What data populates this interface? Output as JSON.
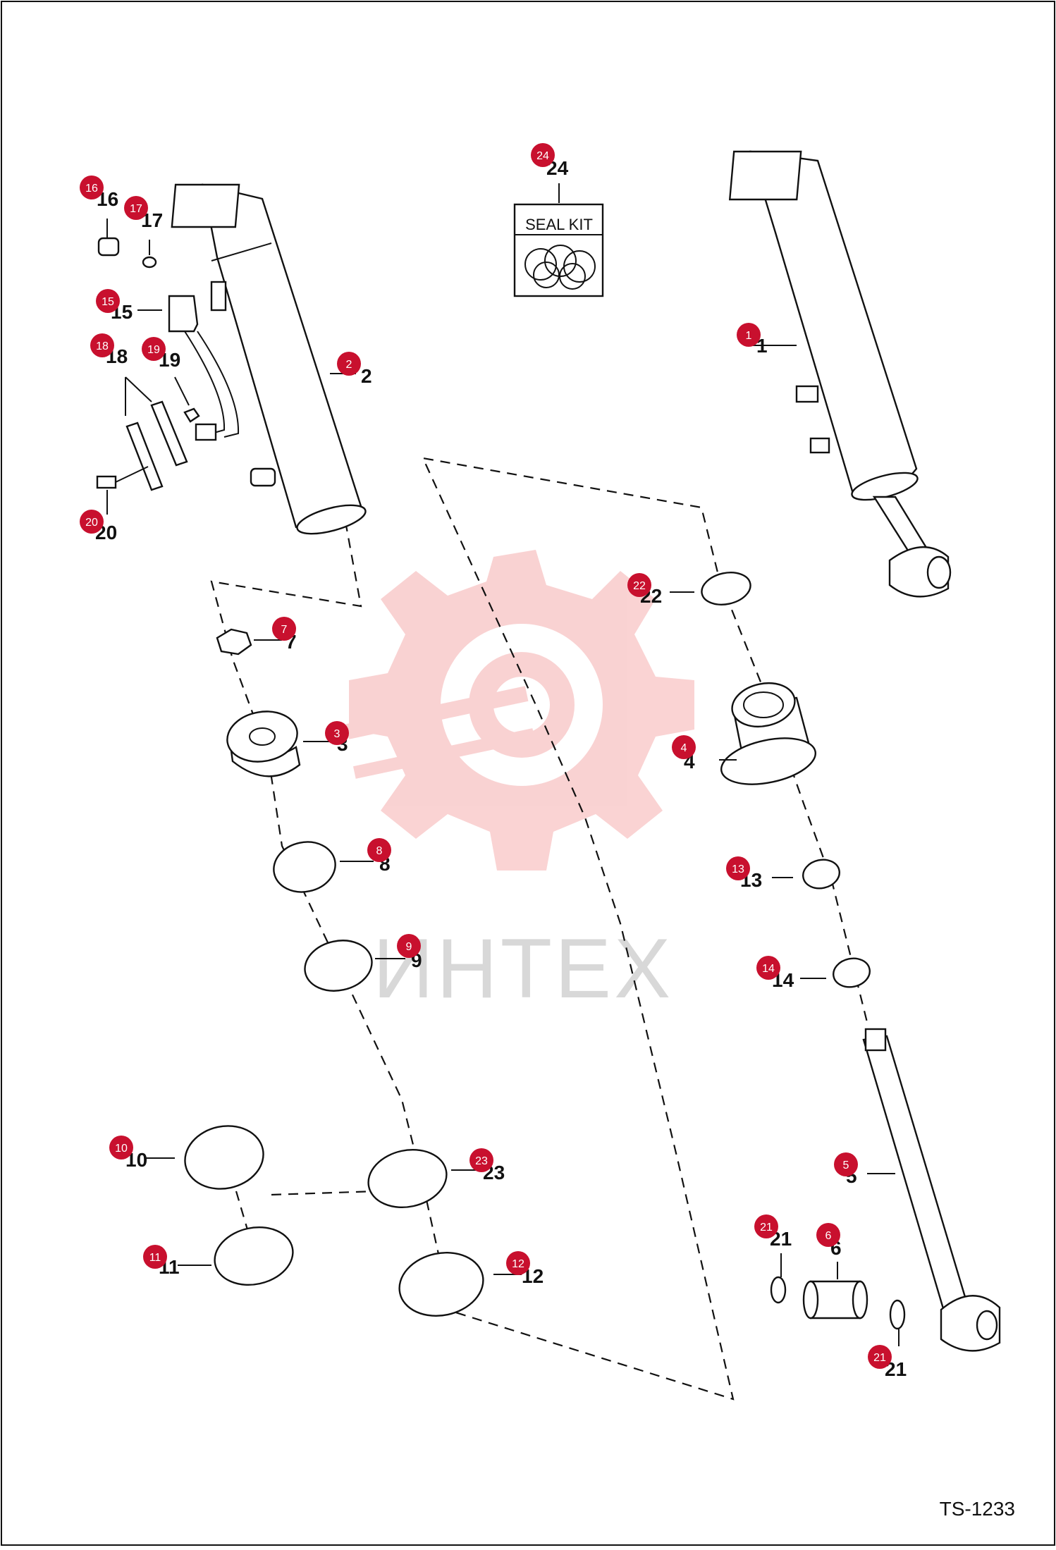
{
  "diagram": {
    "drawing_id": "TS-1233",
    "seal_kit_label": "SEAL KIT",
    "watermark_text": "ИНТЕХ",
    "colors": {
      "badge": "#c8102e",
      "watermark": "#f08080",
      "line": "#111111"
    },
    "callouts": [
      {
        "number": "1"
      },
      {
        "number": "2"
      },
      {
        "number": "3"
      },
      {
        "number": "4"
      },
      {
        "number": "5"
      },
      {
        "number": "6"
      },
      {
        "number": "7"
      },
      {
        "number": "8"
      },
      {
        "number": "9"
      },
      {
        "number": "10"
      },
      {
        "number": "11"
      },
      {
        "number": "12"
      },
      {
        "number": "13"
      },
      {
        "number": "14"
      },
      {
        "number": "15"
      },
      {
        "number": "16"
      },
      {
        "number": "17"
      },
      {
        "number": "18"
      },
      {
        "number": "19"
      },
      {
        "number": "20"
      },
      {
        "number": "21"
      },
      {
        "number": "22"
      },
      {
        "number": "23"
      },
      {
        "number": "24"
      }
    ]
  }
}
